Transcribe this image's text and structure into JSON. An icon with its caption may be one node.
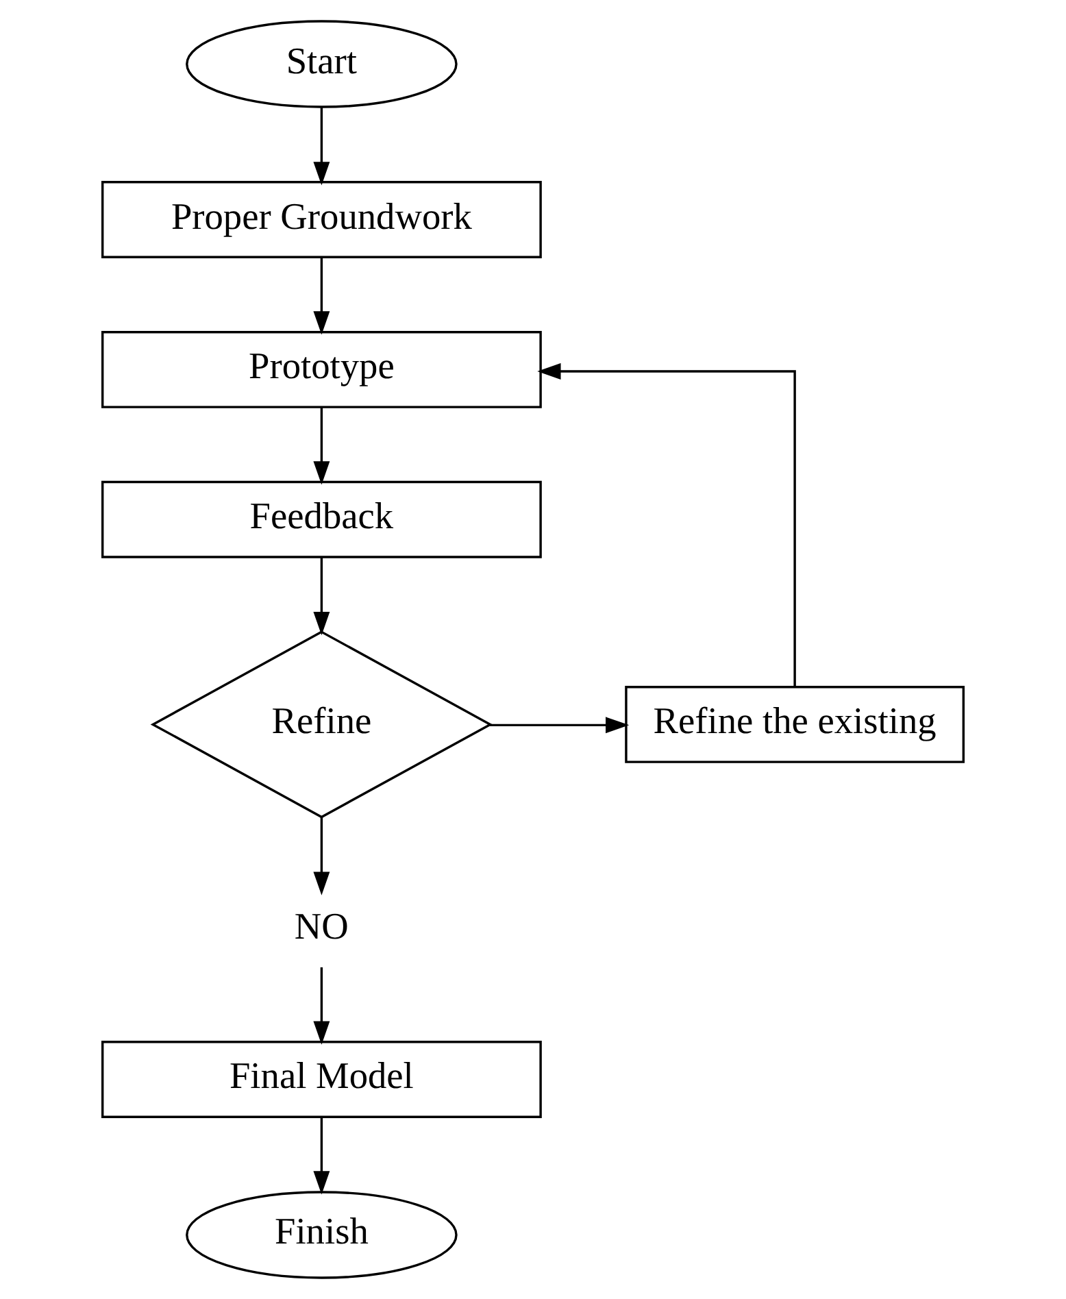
{
  "diagram": {
    "nodes": [
      {
        "text": [
          "Start"
        ]
      },
      {
        "text": [
          "Proper Groundwork"
        ]
      },
      {
        "text": [
          "Prototype"
        ]
      },
      {
        "text": [
          "Feedback"
        ]
      },
      {
        "text": [
          "Refine"
        ]
      },
      {
        "text": [
          "Refine the existing"
        ]
      },
      {
        "text": [
          "NO"
        ]
      },
      {
        "text": [
          "Final Model"
        ]
      },
      {
        "text": [
          "Finish"
        ]
      }
    ],
    "edges": [
      {
        "from": 0,
        "to": 1,
        "arrow": "to"
      },
      {
        "from": 1,
        "to": 2,
        "arrow": "to"
      },
      {
        "from": 2,
        "to": 3,
        "arrow": "to"
      },
      {
        "from": 3,
        "to": 4,
        "arrow": "to"
      },
      {
        "from": 4,
        "to": 5,
        "arrow": "to"
      },
      {
        "from": 5,
        "to": 2,
        "arrow": "to"
      },
      {
        "from": 4,
        "to": 6,
        "arrow": "to"
      },
      {
        "from": 6,
        "to": 7,
        "arrow": "to"
      },
      {
        "from": 7,
        "to": 8,
        "arrow": "to"
      }
    ]
  }
}
